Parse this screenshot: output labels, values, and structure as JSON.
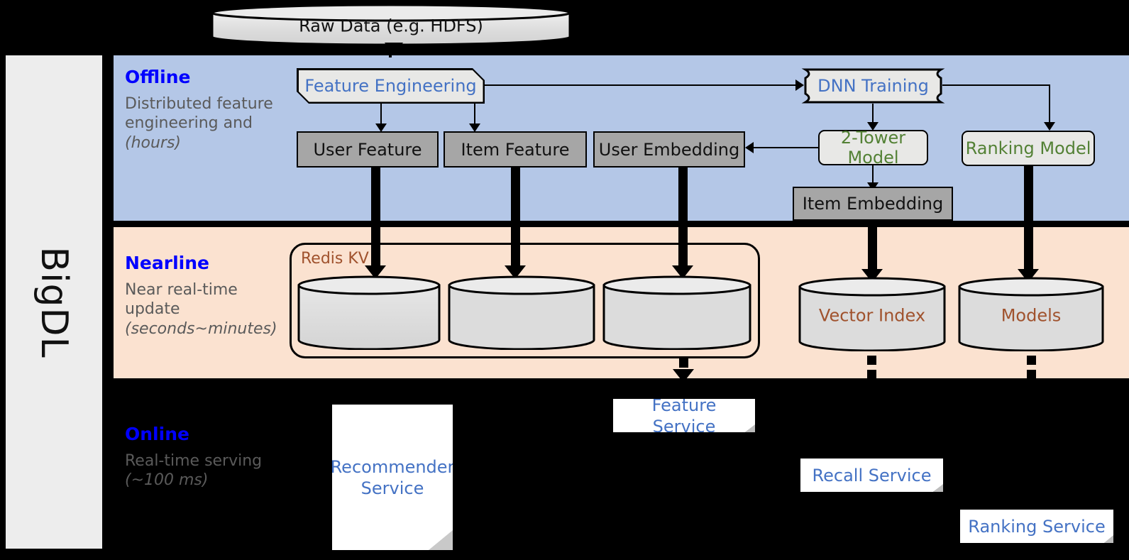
{
  "framework": {
    "name": "BigDL"
  },
  "source": {
    "label": "Raw Data (e.g. HDFS)"
  },
  "bands": {
    "offline": {
      "title": "Offline",
      "desc_plain": "Distributed feature engineering and ",
      "desc_em": "(hours)"
    },
    "nearline": {
      "title": "Nearline",
      "desc_plain": "Near real-time update ",
      "desc_em": "(seconds~minutes)"
    },
    "online": {
      "title": "Online",
      "desc_plain": "Real-time serving ",
      "desc_em": "(~100 ms)"
    }
  },
  "offline": {
    "feature_engineering": "Feature Engineering",
    "dnn_training": "DNN Training",
    "user_feature": "User Feature",
    "item_feature": "Item Feature",
    "user_embedding": "User Embedding",
    "two_tower_model": "2-Tower Model",
    "ranking_model": "Ranking Model",
    "item_embedding": "Item Embedding"
  },
  "nearline": {
    "redis_kv": "Redis KV",
    "store_1": "",
    "store_2": "",
    "store_3": "",
    "vector_index": "Vector Index",
    "models": "Models"
  },
  "online": {
    "recommender_service": "Recommender Service",
    "feature_service": "Feature Service",
    "recall_service": "Recall Service",
    "ranking_service": "Ranking Service"
  },
  "colors": {
    "offline_band": "#b4c7e7",
    "nearline_band": "#fbe2d0",
    "online_band": "#000000",
    "band_title": "#0000ff",
    "band_desc": "#5a5a5a",
    "blue_text": "#4472c4",
    "green_text": "#538135",
    "brown_text": "#a0522d",
    "grey_box": "#a6a6a6",
    "light_box": "#e8e8e6",
    "sidebar": "#ededed"
  }
}
